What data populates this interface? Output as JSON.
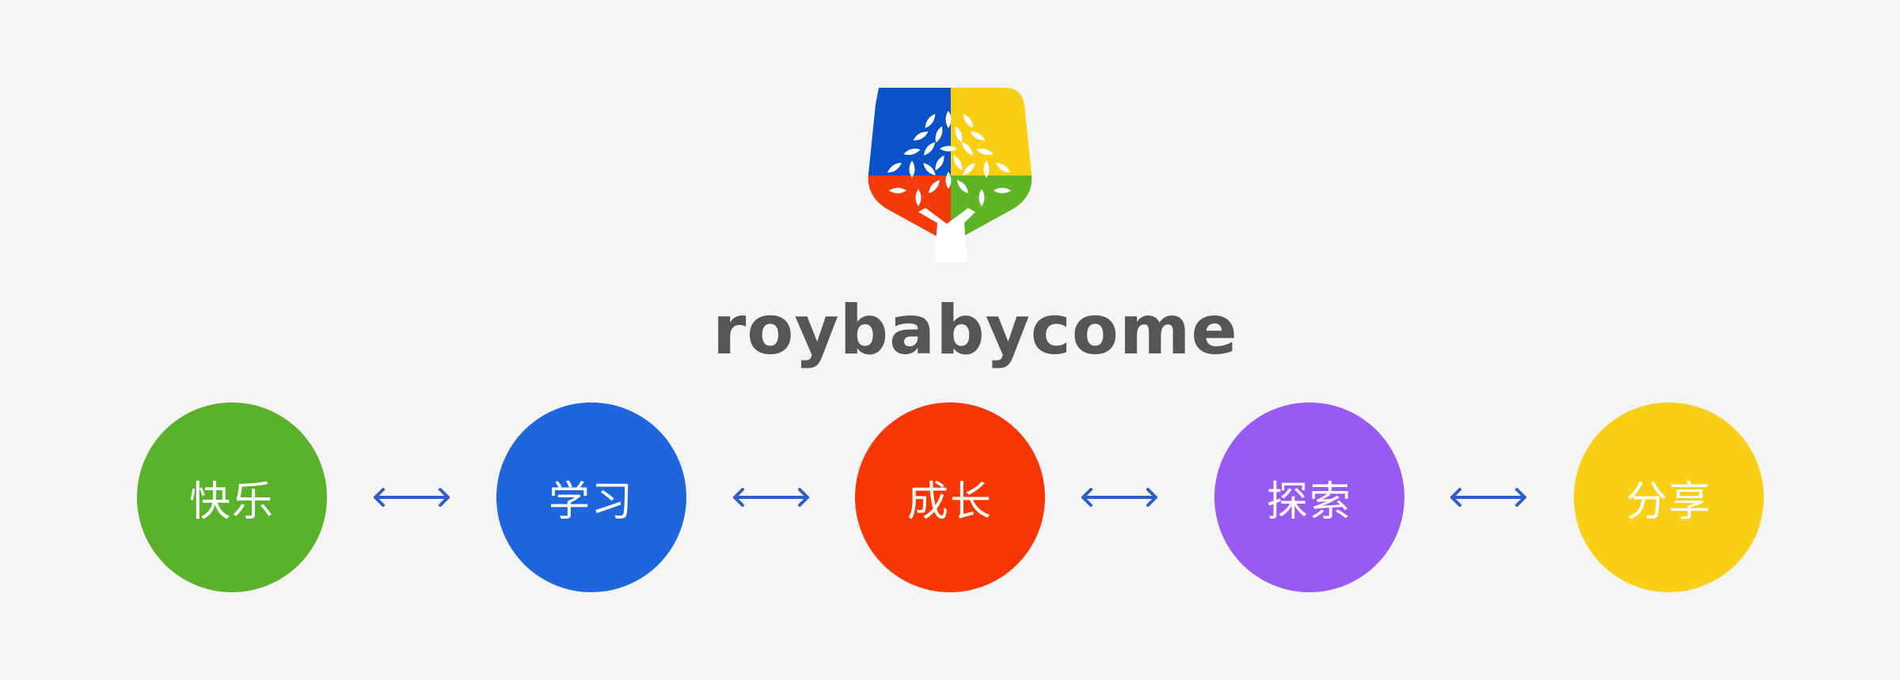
{
  "brand": {
    "name": "roybabycome",
    "colors": {
      "blue": "#0b52c9",
      "yellow": "#f9cf14",
      "red": "#f53a0c",
      "green": "#5db526",
      "text": "#555555"
    }
  },
  "values": [
    {
      "label": "快乐",
      "color": "#5ab22a"
    },
    {
      "label": "学习",
      "color": "#1f66de"
    },
    {
      "label": "成长",
      "color": "#f83504"
    },
    {
      "label": "探索",
      "color": "#995af2"
    },
    {
      "label": "分享",
      "color": "#f9cf17"
    }
  ],
  "connector": {
    "icon": "double-arrow-icon",
    "color": "#2d5fc9"
  }
}
